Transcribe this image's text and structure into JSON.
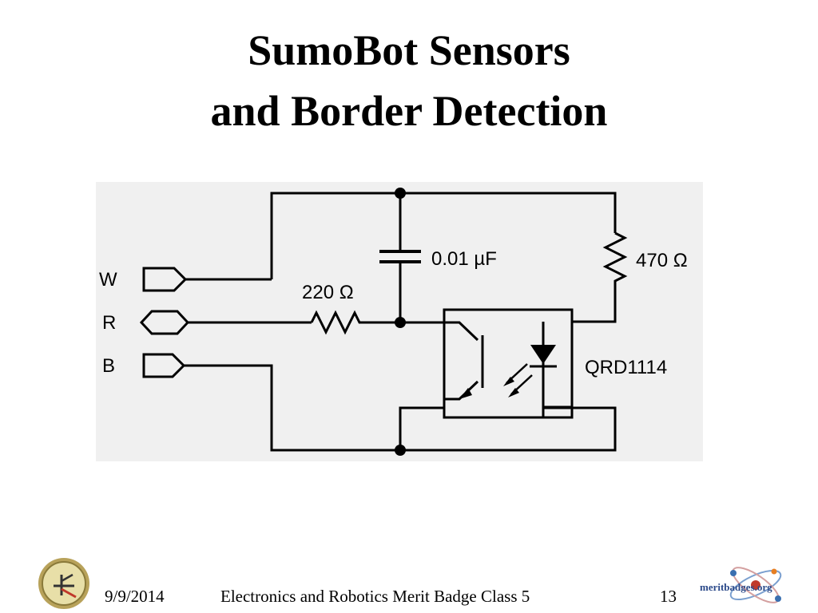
{
  "slide": {
    "title_line1": "SumoBot Sensors",
    "title_line2": "and Border Detection"
  },
  "diagram": {
    "labels": {
      "w": "W",
      "r": "R",
      "b": "B",
      "resistor_220": "220 Ω",
      "capacitor": "0.01 µF",
      "resistor_470": "470 Ω",
      "sensor": "QRD1114"
    }
  },
  "footer": {
    "date": "9/9/2014",
    "course": "Electronics and Robotics Merit Badge Class 5",
    "page": "13",
    "logo_text": "meritbadges.org"
  }
}
